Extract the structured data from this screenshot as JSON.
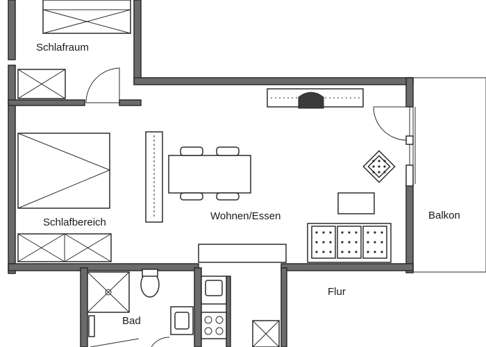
{
  "rooms": {
    "schlafraum": "Schlafraum",
    "schlafbereich": "Schlafbereich",
    "wohnen_essen": "Wohnen/Essen",
    "balkon": "Balkon",
    "bad": "Bad",
    "flur": "Flur"
  },
  "icons": [
    "bed-icon",
    "wardrobe-icon",
    "door-swing-icon",
    "dining-table-icon",
    "chair-icon",
    "sofa-icon",
    "armchair-icon",
    "tv-unit-icon",
    "fireplace-icon",
    "shower-icon",
    "toilet-icon",
    "sink-icon",
    "stove-icon",
    "kitchen-counter-icon"
  ],
  "colors": {
    "wall": "#2b2b2b",
    "wall_fill": "#6b6b6b",
    "background": "#ffffff"
  }
}
